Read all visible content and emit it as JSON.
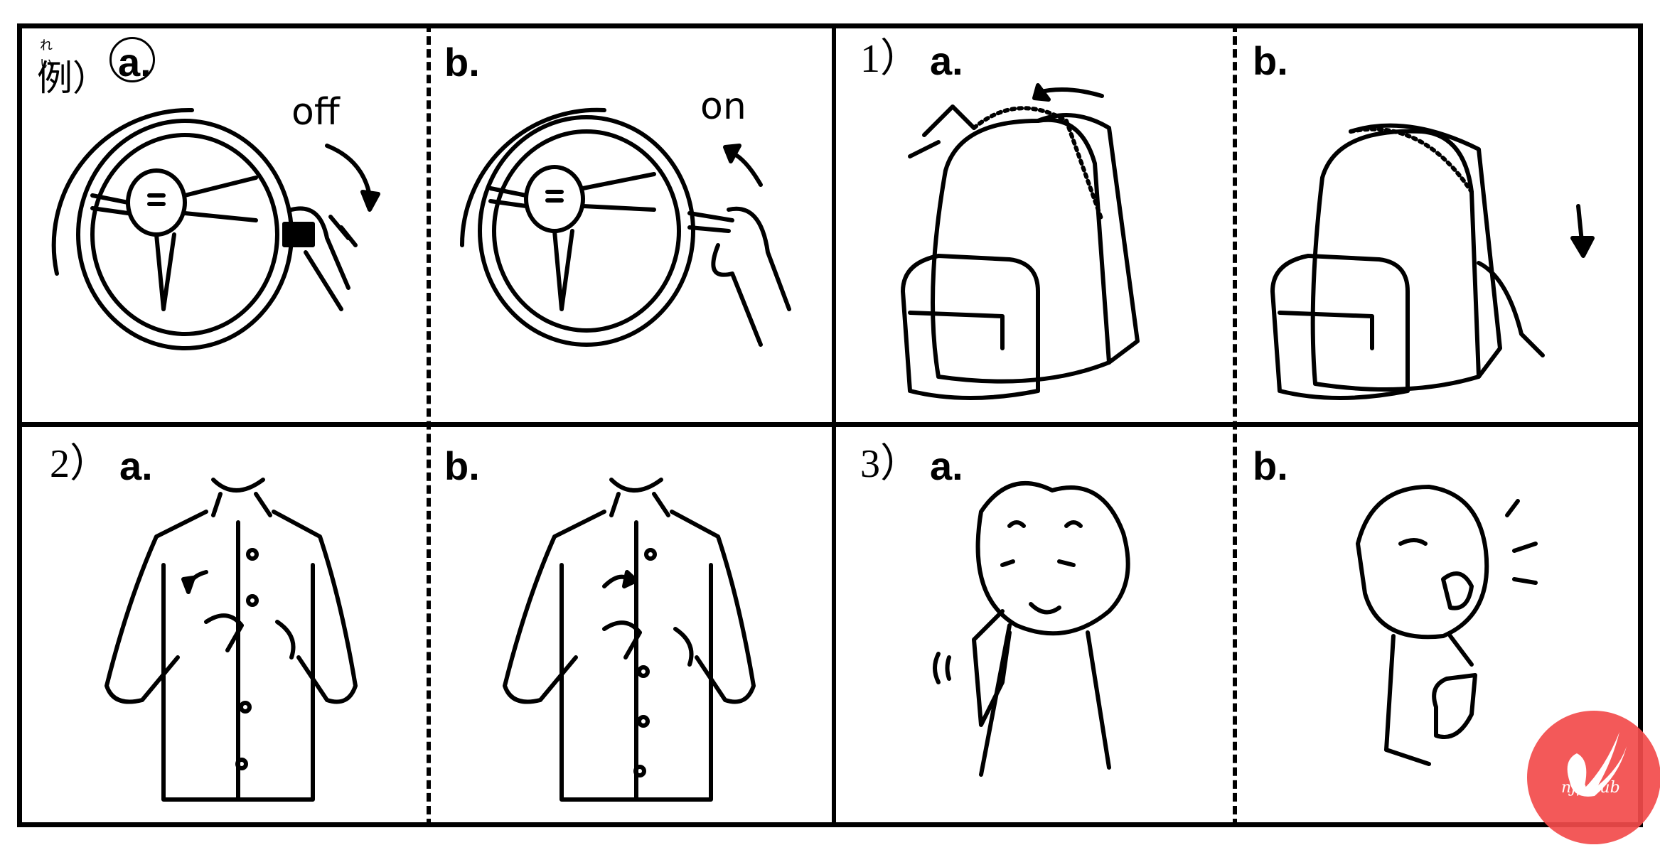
{
  "worksheet": {
    "example": {
      "prefix_ruby": "れい",
      "prefix": "例）",
      "option_a": "a.",
      "option_b": "b.",
      "answer_circled": "a",
      "caption_a": "off",
      "caption_b": "on",
      "scene": "steering wheel with lever"
    },
    "questions": [
      {
        "number": "1）",
        "option_a": "a.",
        "option_b": "b.",
        "scene": "backpack zipper"
      },
      {
        "number": "2）",
        "option_a": "a.",
        "option_b": "b.",
        "scene": "shirt buttons"
      },
      {
        "number": "3）",
        "option_a": "a.",
        "option_b": "b.",
        "scene": "person coughing / drinking"
      }
    ]
  },
  "watermark": {
    "text": "njpclub",
    "color": "#f24b4b"
  }
}
